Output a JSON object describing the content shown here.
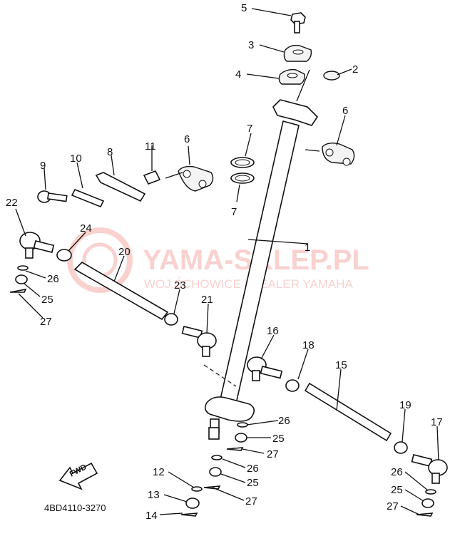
{
  "diagram": {
    "catalog_code": "4BD4110-3270",
    "direction_label": "FWD",
    "watermark": {
      "title": "YAMA-SKLEP.PL",
      "subtitle": "WOJ.ŚCHOWICE | DEALER YAMAHA",
      "color": "#e6332a"
    },
    "callouts": {
      "c1": "1",
      "c2": "2",
      "c3": "3",
      "c4": "4",
      "c5": "5",
      "c6a": "6",
      "c6b": "6",
      "c7a": "7",
      "c7b": "7",
      "c8": "8",
      "c9": "9",
      "c10": "10",
      "c11": "11",
      "c12": "12",
      "c13": "13",
      "c14": "14",
      "c15": "15",
      "c16": "16",
      "c17": "17",
      "c18": "18",
      "c19": "19",
      "c20": "20",
      "c21": "21",
      "c22": "22",
      "c23": "23",
      "c24": "24",
      "c25a": "25",
      "c25b": "25",
      "c25c": "25",
      "c25d": "25",
      "c26a": "26",
      "c26b": "26",
      "c26c": "26",
      "c26d": "26",
      "c27a": "27",
      "c27b": "27",
      "c27c": "27",
      "c27d": "27"
    }
  }
}
